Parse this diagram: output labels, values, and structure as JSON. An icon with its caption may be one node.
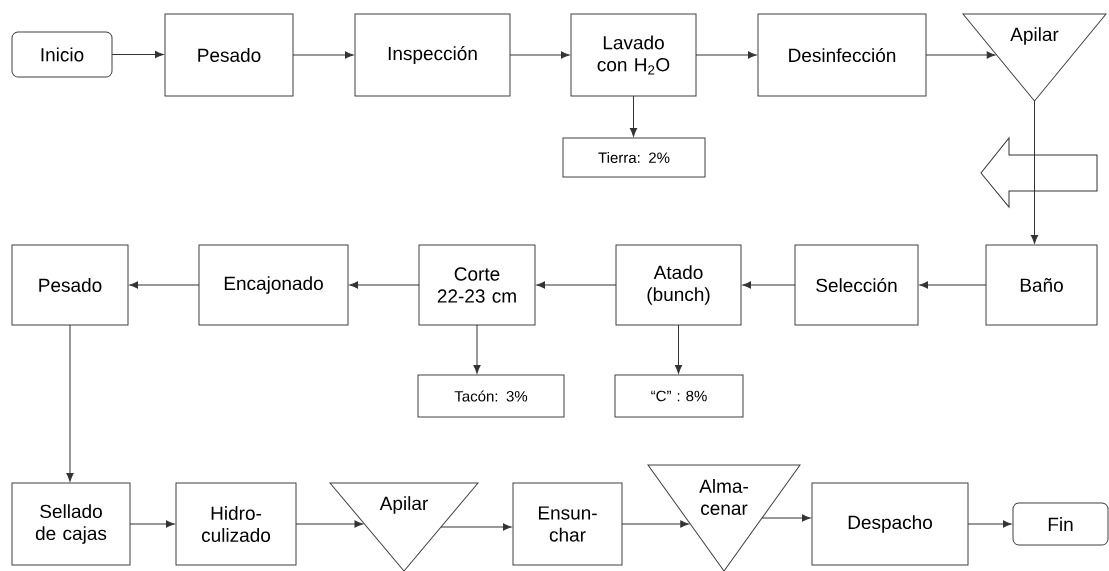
{
  "diagram": {
    "nodes": [
      {
        "text": [
          "Inicio"
        ]
      },
      {
        "text": [
          "Pesado"
        ]
      },
      {
        "text": [
          "Inspección"
        ]
      },
      {
        "text": [
          "Lavado con H$_{2}$O"
        ]
      },
      {
        "text": [
          "Desinfección"
        ]
      },
      {
        "text": [
          "Apilar"
        ]
      },
      {
        "text": [
          "Tierra: 2%"
        ]
      },
      {
        "text": [
          "Baño"
        ]
      },
      {
        "text": [
          "Selección"
        ]
      },
      {
        "text": [
          "Atado (bunch)"
        ]
      },
      {
        "text": [
          "Corte 22-23 cm"
        ]
      },
      {
        "text": [
          "Encajonado"
        ]
      },
      {
        "text": [
          "Pesado"
        ]
      },
      {
        "text": [
          "Tacón: 3%"
        ]
      },
      {
        "text": [
          "“C” : 8%"
        ]
      },
      {
        "text": [
          "Sellado de cajas"
        ]
      },
      {
        "text": [
          "Hidro- culizado"
        ]
      },
      {
        "text": [
          "Apilar"
        ]
      },
      {
        "text": [
          "Ensun- char"
        ]
      },
      {
        "text": [
          "Alma- cenar"
        ]
      },
      {
        "text": [
          "Despacho"
        ]
      },
      {
        "text": [
          "Fin"
        ]
      }
    ],
    "edges": [
      {
        "from": 0,
        "to": 1,
        "arrow": "to"
      },
      {
        "from": 1,
        "to": 2,
        "arrow": "to"
      },
      {
        "from": 2,
        "to": 3,
        "arrow": "to"
      },
      {
        "from": 3,
        "to": 4,
        "arrow": "to"
      },
      {
        "from": 4,
        "to": 5,
        "arrow": "to"
      },
      {
        "from": 3,
        "to": 6,
        "arrow": "to"
      },
      {
        "from": 5,
        "to": 7,
        "arrow": "to"
      },
      {
        "from": 7,
        "to": 8,
        "arrow": "to"
      },
      {
        "from": 8,
        "to": 9,
        "arrow": "to"
      },
      {
        "from": 9,
        "to": 10,
        "arrow": "to"
      },
      {
        "from": 10,
        "to": 11,
        "arrow": "to"
      },
      {
        "from": 11,
        "to": 12,
        "arrow": "to"
      },
      {
        "from": 10,
        "to": 13,
        "arrow": "to"
      },
      {
        "from": 9,
        "to": 14,
        "arrow": "to"
      },
      {
        "from": 12,
        "to": 15,
        "arrow": "to"
      },
      {
        "from": 15,
        "to": 16,
        "arrow": "to"
      },
      {
        "from": 16,
        "to": 17,
        "arrow": "to"
      },
      {
        "from": 17,
        "to": 18,
        "arrow": "to"
      },
      {
        "from": 18,
        "to": 19,
        "arrow": "to"
      },
      {
        "from": 19,
        "to": 20,
        "arrow": "to"
      },
      {
        "from": 20,
        "to": 21,
        "arrow": "to"
      }
    ]
  }
}
